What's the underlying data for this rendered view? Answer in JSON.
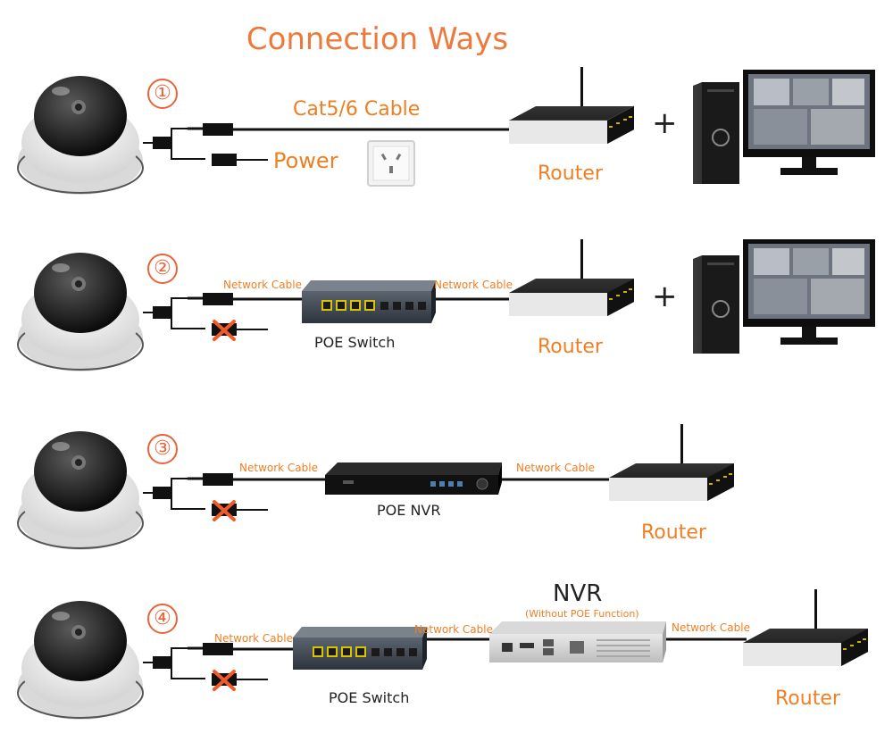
{
  "title": "Connection Ways",
  "steps": [
    "①",
    "②",
    "③",
    "④"
  ],
  "way1": {
    "cable": "Cat5/6 Cable",
    "power": "Power",
    "router": "Router",
    "plus": "+"
  },
  "way2": {
    "cable_left": "Network Cable",
    "cable_right": "Network Cable",
    "switch": "POE Switch",
    "router": "Router",
    "plus": "+"
  },
  "way3": {
    "cable_left": "Network Cable",
    "cable_right": "Network Cable",
    "nvr": "POE NVR",
    "router": "Router"
  },
  "way4": {
    "cable_left": "Network Cable",
    "cable_mid": "Network Cable",
    "cable_right": "Network Cable",
    "switch": "POE Switch",
    "nvr_title": "NVR",
    "nvr_note": "(Without POE Function)",
    "router": "Router"
  },
  "colors": {
    "accent": "#ef7f22",
    "number": "#e8643a",
    "cross": "#f05a28"
  },
  "icons": [
    "dome-camera-icon",
    "router-icon",
    "desktop-computer-icon",
    "monitor-icon",
    "power-outlet-icon",
    "poe-switch-icon",
    "nvr-icon",
    "cross-icon"
  ]
}
